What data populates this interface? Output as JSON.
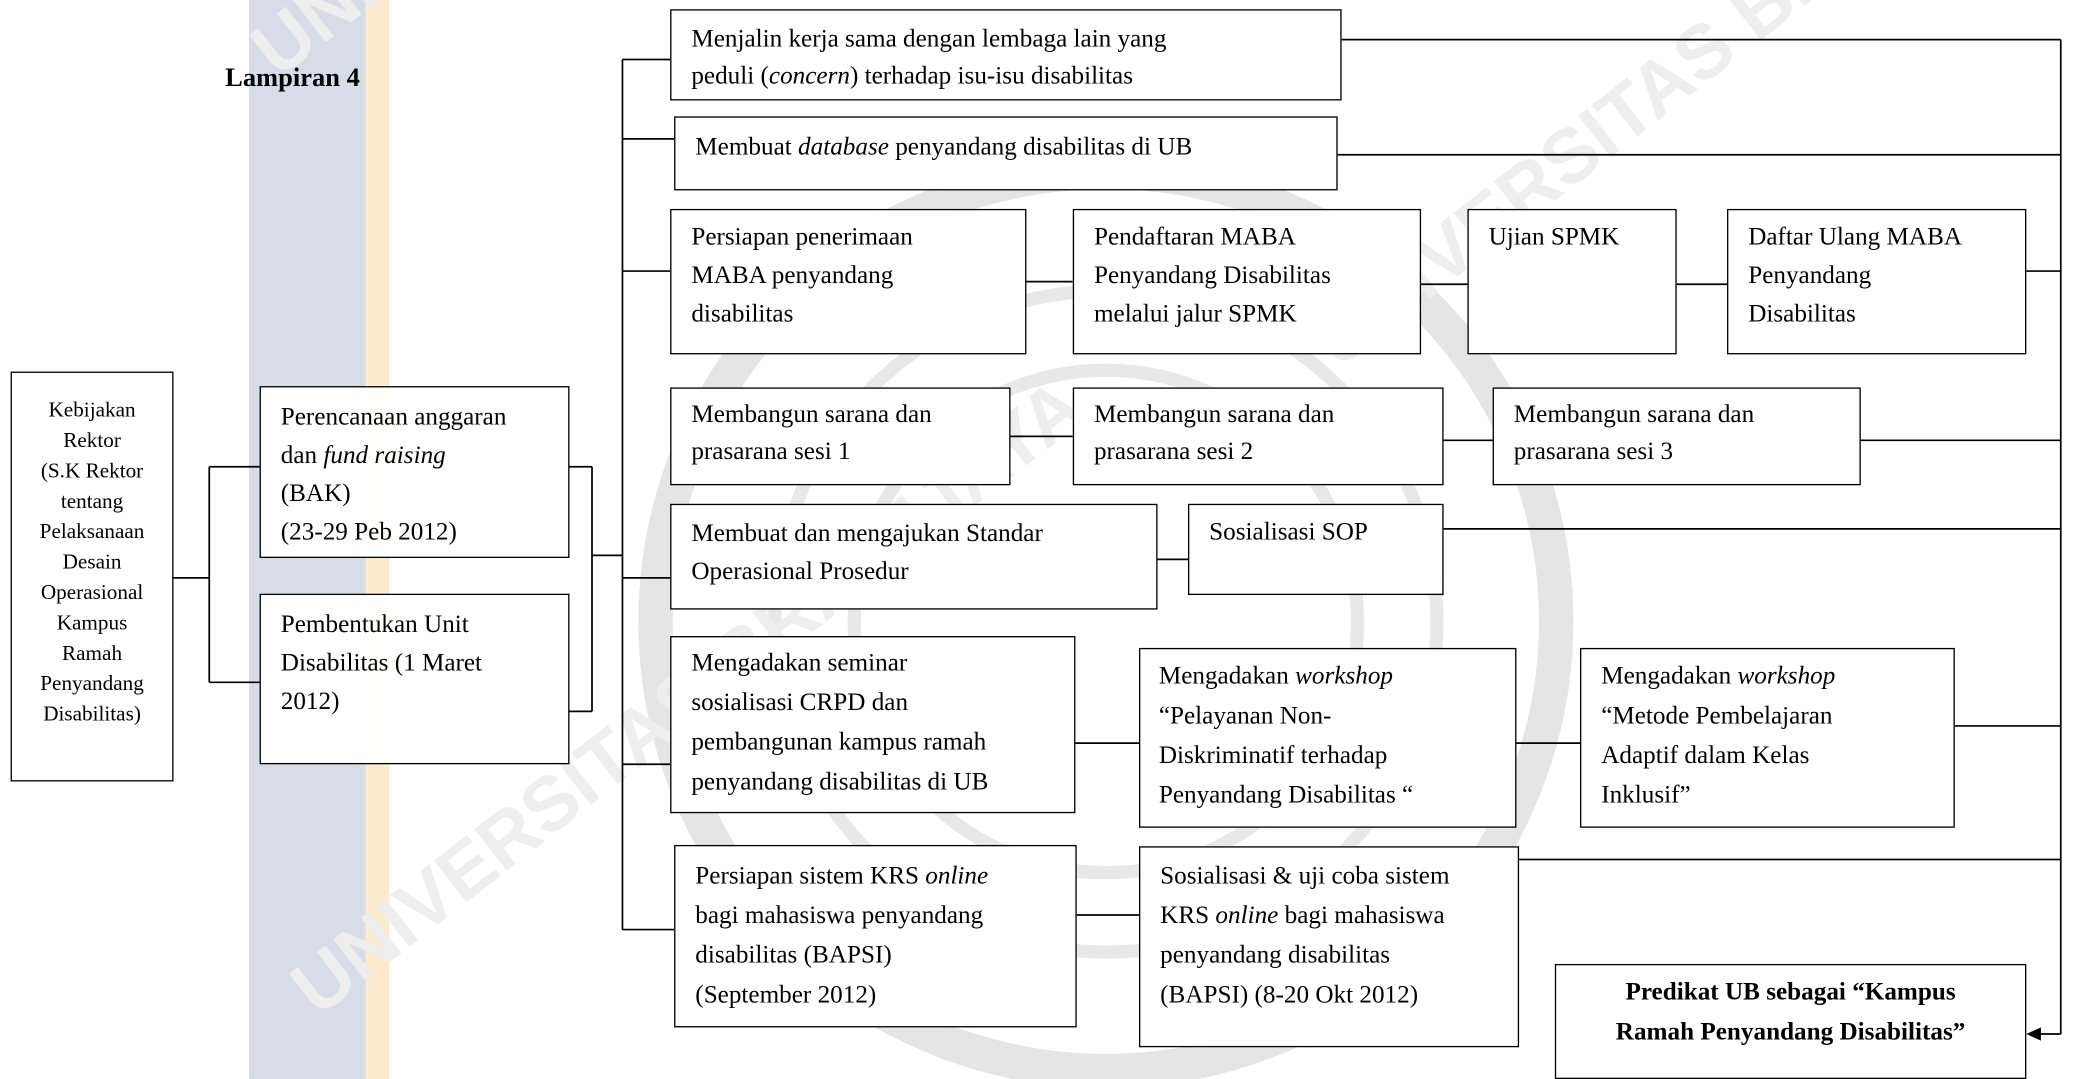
{
  "heading": "Lampiran 4",
  "boxes": {
    "policy": [
      "Kebijakan",
      "Rektor",
      "(S.K Rektor",
      "tentang",
      "Pelaksanaan",
      "Desain",
      "Operasional",
      "Kampus",
      "Ramah",
      "Penyandang",
      "Disabilitas)"
    ],
    "budget": [
      [
        {
          "t": "Perencanaan anggaran"
        }
      ],
      [
        {
          "t": "dan "
        },
        {
          "t": "fund raising",
          "i": true
        }
      ],
      [
        {
          "t": "(BAK)"
        }
      ],
      [
        {
          "t": "(23-29 Peb 2012)"
        }
      ]
    ],
    "unit": [
      [
        {
          "t": "Pembentukan Unit"
        }
      ],
      [
        {
          "t": "Disabilitas (1 Maret"
        }
      ],
      [
        {
          "t": "2012)"
        }
      ]
    ],
    "cooperation": [
      [
        {
          "t": "Menjalin kerja sama dengan lembaga lain yang"
        }
      ],
      [
        {
          "t": "peduli ("
        },
        {
          "t": "concern",
          "i": true
        },
        {
          "t": ") terhadap isu-isu disabilitas"
        }
      ]
    ],
    "database": [
      [
        {
          "t": "Membuat "
        },
        {
          "t": "database",
          "i": true
        },
        {
          "t": " penyandang disabilitas di UB"
        }
      ]
    ],
    "admission_prep": [
      [
        {
          "t": "Persiapan penerimaan"
        }
      ],
      [
        {
          "t": "MABA penyandang"
        }
      ],
      [
        {
          "t": "disabilitas"
        }
      ]
    ],
    "registration": [
      [
        {
          "t": "Pendaftaran MABA"
        }
      ],
      [
        {
          "t": "Penyandang Disabilitas"
        }
      ],
      [
        {
          "t": "melalui jalur SPMK"
        }
      ]
    ],
    "exam": [
      [
        {
          "t": "Ujian SPMK"
        }
      ]
    ],
    "reregistration": [
      [
        {
          "t": "Daftar Ulang MABA"
        }
      ],
      [
        {
          "t": "Penyandang"
        }
      ],
      [
        {
          "t": "Disabilitas"
        }
      ]
    ],
    "facility1": [
      [
        {
          "t": "Membangun sarana dan"
        }
      ],
      [
        {
          "t": "prasarana sesi 1"
        }
      ]
    ],
    "facility2": [
      [
        {
          "t": "Membangun sarana dan"
        }
      ],
      [
        {
          "t": "prasarana sesi 2"
        }
      ]
    ],
    "facility3": [
      [
        {
          "t": "Membangun sarana dan"
        }
      ],
      [
        {
          "t": "prasarana sesi 3"
        }
      ]
    ],
    "sop": [
      [
        {
          "t": "Membuat dan mengajukan Standar"
        }
      ],
      [
        {
          "t": "Operasional Prosedur"
        }
      ]
    ],
    "sop_socialization": [
      [
        {
          "t": "Sosialisasi SOP"
        }
      ]
    ],
    "seminar": [
      [
        {
          "t": "Mengadakan seminar"
        }
      ],
      [
        {
          "t": "sosialisasi CRPD dan"
        }
      ],
      [
        {
          "t": "pembangunan kampus ramah"
        }
      ],
      [
        {
          "t": "penyandang disabilitas di UB"
        }
      ]
    ],
    "workshop1": [
      [
        {
          "t": "Mengadakan "
        },
        {
          "t": "workshop",
          "i": true
        }
      ],
      [
        {
          "t": "“Pelayanan Non-"
        }
      ],
      [
        {
          "t": "Diskriminatif terhadap"
        }
      ],
      [
        {
          "t": "Penyandang Disabilitas “"
        }
      ]
    ],
    "workshop2": [
      [
        {
          "t": "Mengadakan "
        },
        {
          "t": "workshop",
          "i": true
        }
      ],
      [
        {
          "t": "“Metode Pembelajaran"
        }
      ],
      [
        {
          "t": "Adaptif dalam Kelas"
        }
      ],
      [
        {
          "t": "Inklusif”"
        }
      ]
    ],
    "krs_prep": [
      [
        {
          "t": "Persiapan sistem KRS "
        },
        {
          "t": "online",
          "i": true
        }
      ],
      [
        {
          "t": "bagi mahasiswa penyandang"
        }
      ],
      [
        {
          "t": "disabilitas (BAPSI)"
        }
      ],
      [
        {
          "t": "(September 2012)"
        }
      ]
    ],
    "krs_trial": [
      [
        {
          "t": "Sosialisasi & uji coba sistem"
        }
      ],
      [
        {
          "t": "KRS "
        },
        {
          "t": "online",
          "i": true
        },
        {
          "t": " bagi mahasiswa"
        }
      ],
      [
        {
          "t": "penyandang disabilitas"
        }
      ],
      [
        {
          "t": "(BAPSI) (8-20 Okt 2012)"
        }
      ]
    ],
    "final": [
      [
        {
          "t": "Predikat UB sebagai “Kampus"
        }
      ],
      [
        {
          "t": "Ramah Penyandang Disabilitas”"
        }
      ]
    ]
  },
  "watermark": {
    "words": [
      "UNIVERSITAS BRAWIJAYA",
      "UNIVERSITAS BRAWIJAYA",
      "UNIVERSITAS BRAWIJAYA"
    ]
  },
  "colors": {
    "margin_blue": "#d7dce9",
    "margin_cream": "#fcebcf",
    "line": "#000000"
  }
}
